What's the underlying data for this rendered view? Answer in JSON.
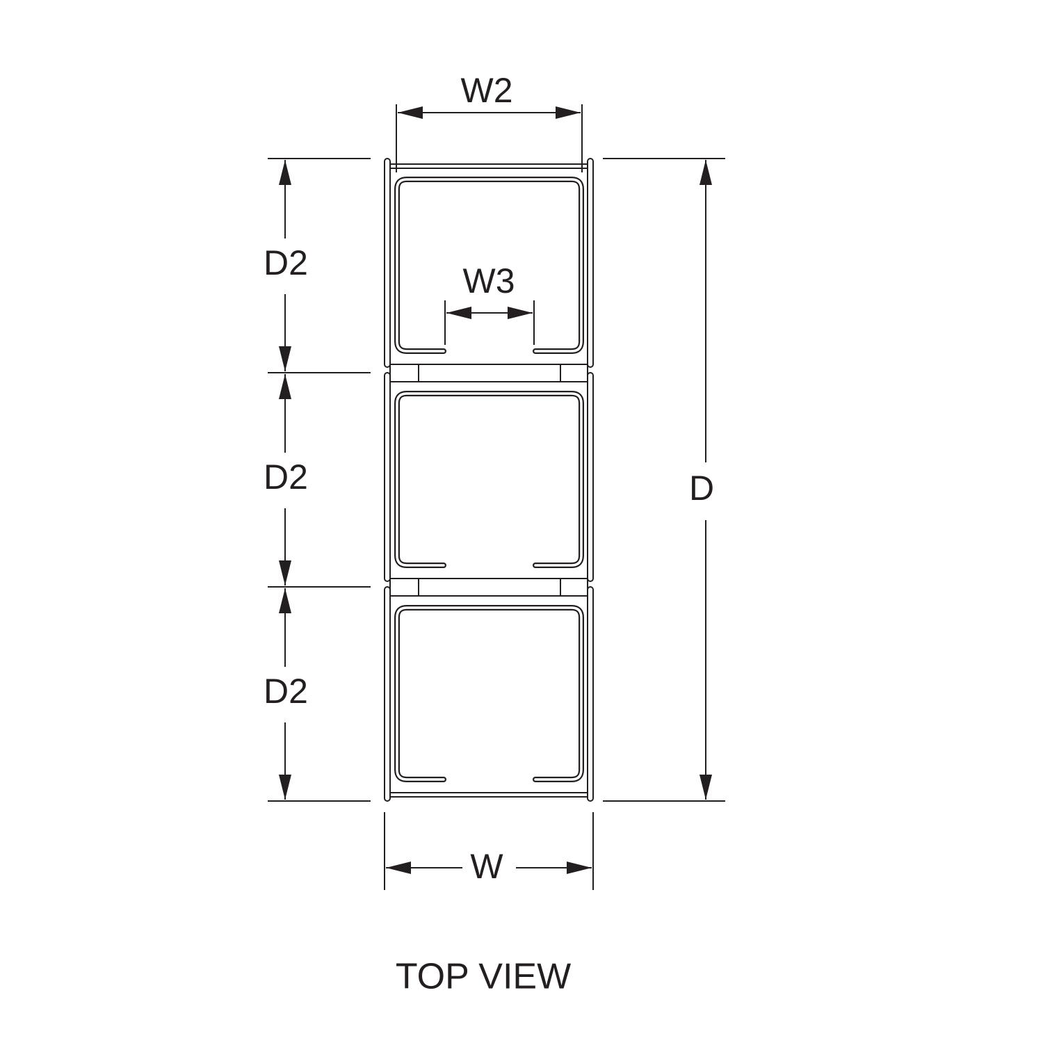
{
  "diagram": {
    "title": "TOP VIEW",
    "labels": {
      "w2": "W2",
      "w3": "W3",
      "w": "W",
      "d": "D",
      "d2_top": "D2",
      "d2_middle": "D2",
      "d2_bottom": "D2"
    },
    "section_count": 3,
    "line_color": "#231f20"
  }
}
